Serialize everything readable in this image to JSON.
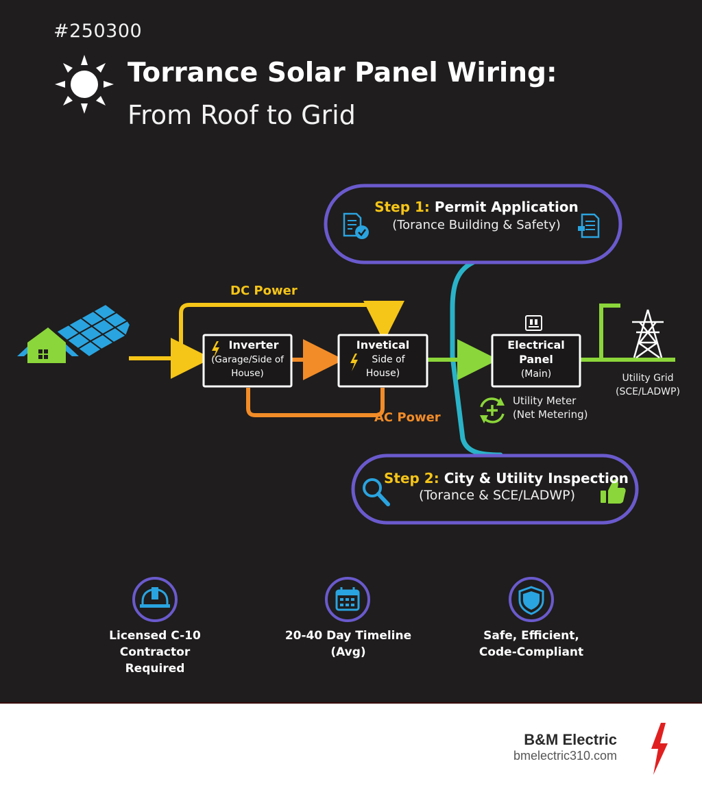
{
  "header": {
    "tag": "#250300",
    "title_line1": "Torrance Solar Panel Wiring:",
    "title_line2": "From Roof to Grid"
  },
  "diagram": {
    "dc_label": "DC Power",
    "ac_label": "AC Power",
    "inverter": {
      "title": "Inverter",
      "sub": "(Garage/Side of House)"
    },
    "invetical": {
      "title": "Invetical",
      "sub_line1": "Side of",
      "sub_line2": "House)"
    },
    "panel": {
      "title_line1": "Electrical",
      "title_line2": "Panel",
      "sub": "(Main)"
    },
    "meter": {
      "line1": "Utility Meter",
      "line2": "(Net Metering)"
    },
    "grid": {
      "line1": "Utility Grid",
      "line2": "(SCE/LADWP)"
    },
    "step1": {
      "num": "Step 1:",
      "title": "Permit Application",
      "sub": "(Torance Building & Safety)"
    },
    "step2": {
      "num": "Step 2:",
      "title": "City & Utility Inspection",
      "sub": "(Torance & SCE/LADWP)"
    }
  },
  "features": [
    {
      "line1": "Licensed C-10 Contractor",
      "line2": "Required",
      "icon": "hard-hat-icon"
    },
    {
      "line1": "20-40 Day Timeline",
      "line2": "(Avg)",
      "icon": "calendar-icon"
    },
    {
      "line1": "Safe, Efficient,",
      "line2": "Code-Compliant",
      "icon": "shield-icon"
    }
  ],
  "footer": {
    "brand": "B&M Electric",
    "url": "bmelectric310.com"
  },
  "colors": {
    "dc": "#f5c518",
    "ac": "#f28c28",
    "grid_line": "#8bd63a",
    "step_border": "#6a5acd",
    "connector": "#2ab3c8",
    "icon_blue": "#2aa4e0"
  }
}
